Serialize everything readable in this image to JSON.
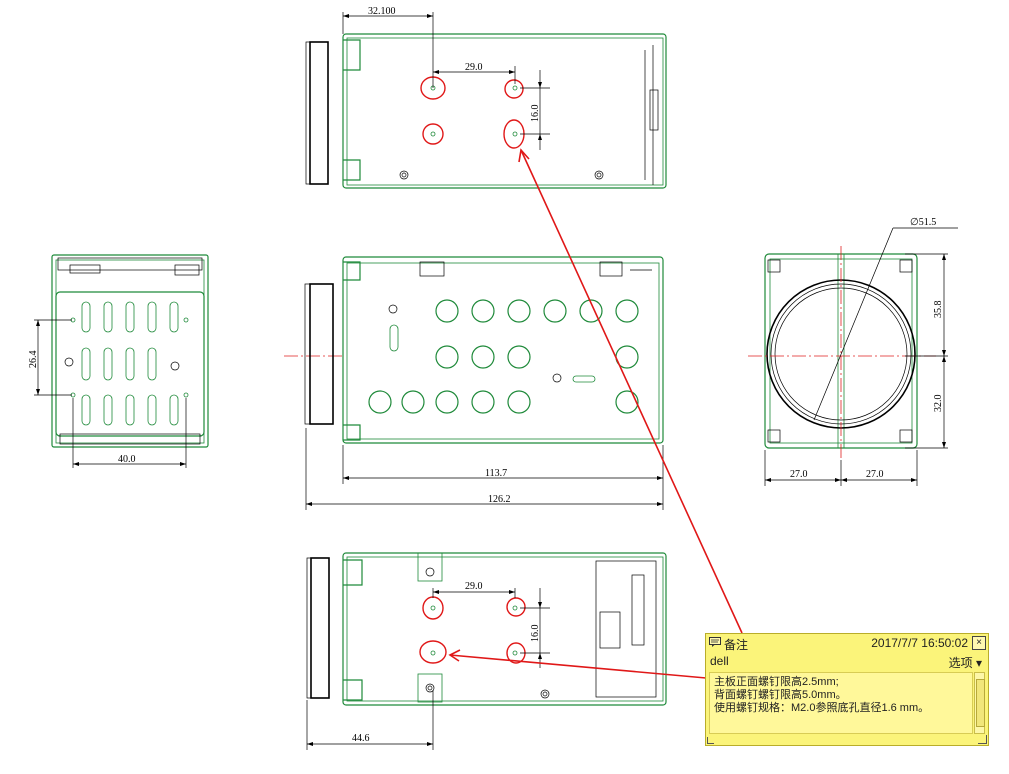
{
  "dimensions": {
    "top_view": {
      "left_offset": "32.100",
      "hole_spacing": "29.0",
      "vertical_spacing": "16.0"
    },
    "side_view": {
      "height": "26.4",
      "width": "40.0"
    },
    "front_view": {
      "inner_length": "113.7",
      "total_length": "126.2"
    },
    "round_view": {
      "diameter": "∅51.5",
      "upper": "35.8",
      "lower": "32.0",
      "half_left": "27.0",
      "half_right": "27.0"
    },
    "bottom_view": {
      "hole_spacing": "29.0",
      "vertical_spacing": "16.0",
      "left_offset": "44.6"
    }
  },
  "note": {
    "icon": "comment-icon",
    "title": "备注",
    "datetime": "2017/7/7 16:50:02",
    "close_label": "×",
    "author": "dell",
    "options_label": "选项 ▾",
    "lines": [
      "主板正面螺钉限高2.5mm;",
      "背面螺钉螺钉限高5.0mm。",
      "使用螺钉规格：M2.0参照底孔直径1.6 mm。"
    ]
  },
  "colors": {
    "outline": "#1f8a3a",
    "highlight": "#e01818",
    "note_bg": "#fbf47a"
  }
}
